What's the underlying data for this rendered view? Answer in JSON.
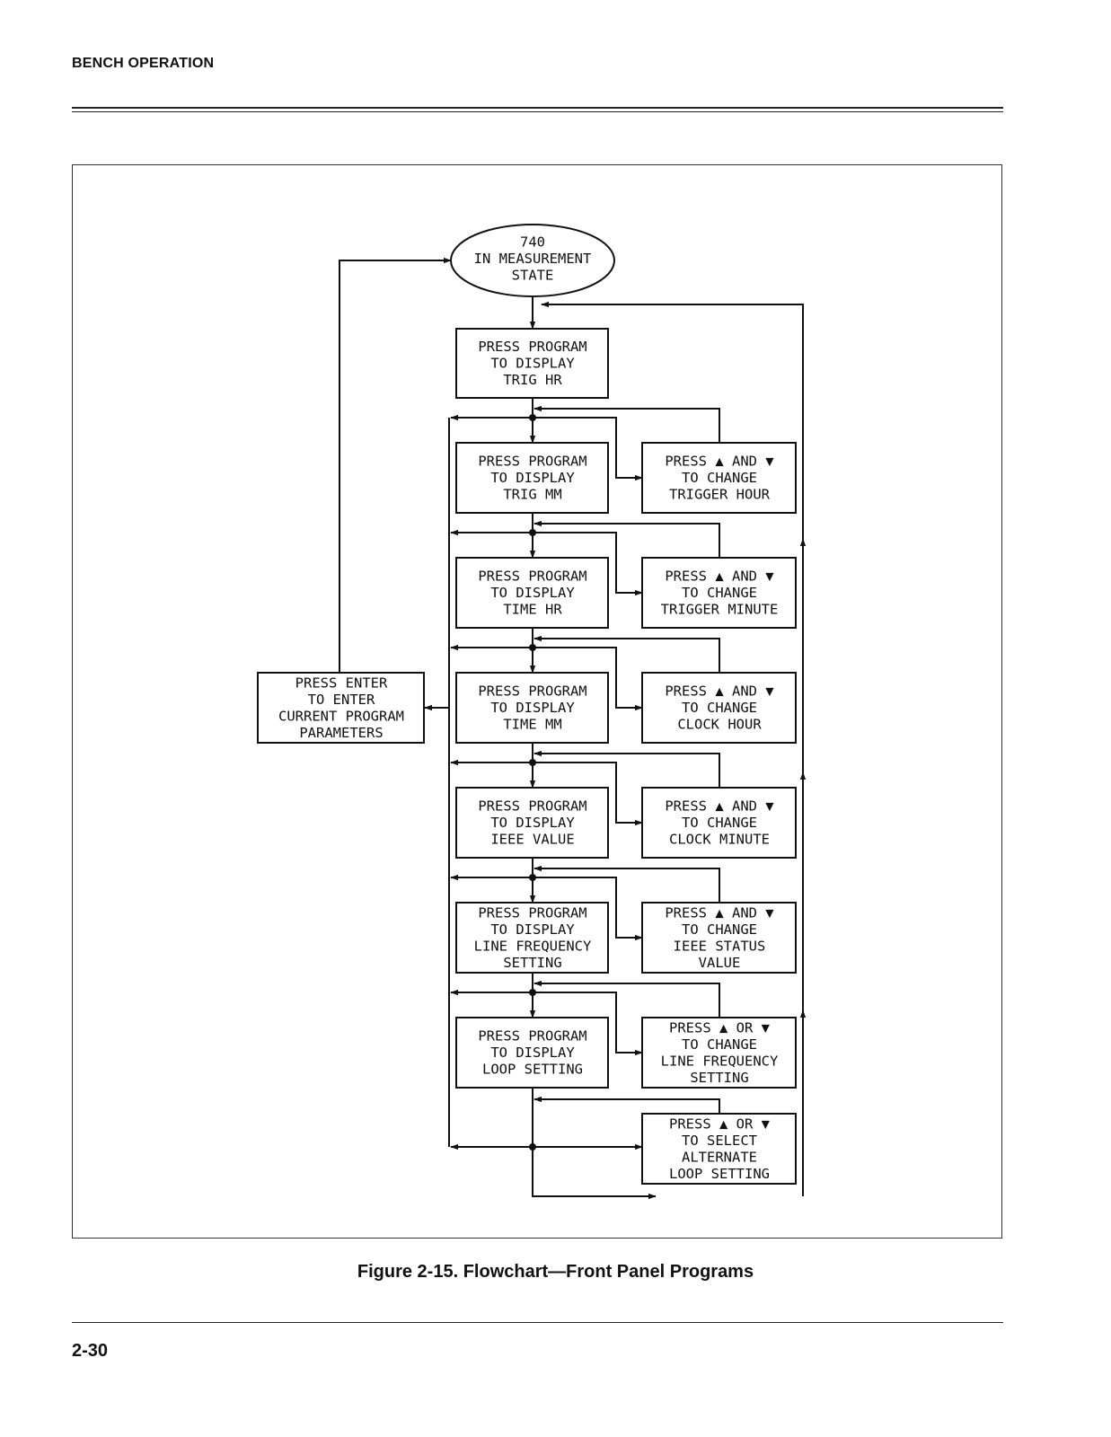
{
  "page": {
    "header": "BENCH OPERATION",
    "caption": "Figure 2-15. Flowchart—Front Panel Programs",
    "page_number": "2-30"
  },
  "diagram": {
    "start": {
      "lines": [
        "740",
        "IN MEASUREMENT",
        "STATE"
      ]
    },
    "enter": {
      "lines": [
        "PRESS ENTER",
        "TO ENTER",
        "CURRENT PROGRAM",
        "PARAMETERS"
      ]
    },
    "steps": [
      {
        "lines": [
          "PRESS PROGRAM",
          "TO DISPLAY",
          "TRIG HR"
        ]
      },
      {
        "lines": [
          "PRESS PROGRAM",
          "TO DISPLAY",
          "TRIG MM"
        ]
      },
      {
        "lines": [
          "PRESS PROGRAM",
          "TO DISPLAY",
          "TIME HR"
        ]
      },
      {
        "lines": [
          "PRESS PROGRAM",
          "TO DISPLAY",
          "TIME MM"
        ]
      },
      {
        "lines": [
          "PRESS PROGRAM",
          "TO DISPLAY",
          "IEEE VALUE"
        ]
      },
      {
        "lines": [
          "PRESS PROGRAM",
          "TO DISPLAY",
          "LINE FREQUENCY",
          "SETTING"
        ]
      },
      {
        "lines": [
          "PRESS PROGRAM",
          "TO DISPLAY",
          "LOOP SETTING"
        ]
      }
    ],
    "actions": [
      {
        "lines": [
          "PRESS ▲ AND ▼",
          "TO CHANGE",
          "TRIGGER HOUR"
        ]
      },
      {
        "lines": [
          "PRESS ▲ AND ▼",
          "TO CHANGE",
          "TRIGGER MINUTE"
        ]
      },
      {
        "lines": [
          "PRESS ▲ AND ▼",
          "TO CHANGE",
          "CLOCK HOUR"
        ]
      },
      {
        "lines": [
          "PRESS ▲ AND ▼",
          "TO CHANGE",
          "CLOCK MINUTE"
        ]
      },
      {
        "lines": [
          "PRESS ▲ AND ▼",
          "TO CHANGE",
          "IEEE STATUS",
          "VALUE"
        ]
      },
      {
        "lines": [
          "PRESS ▲ OR ▼",
          "TO CHANGE",
          "LINE FREQUENCY",
          "SETTING"
        ]
      },
      {
        "lines": [
          "PRESS ▲ OR ▼",
          "TO SELECT",
          "ALTERNATE",
          "LOOP SETTING"
        ]
      }
    ]
  }
}
